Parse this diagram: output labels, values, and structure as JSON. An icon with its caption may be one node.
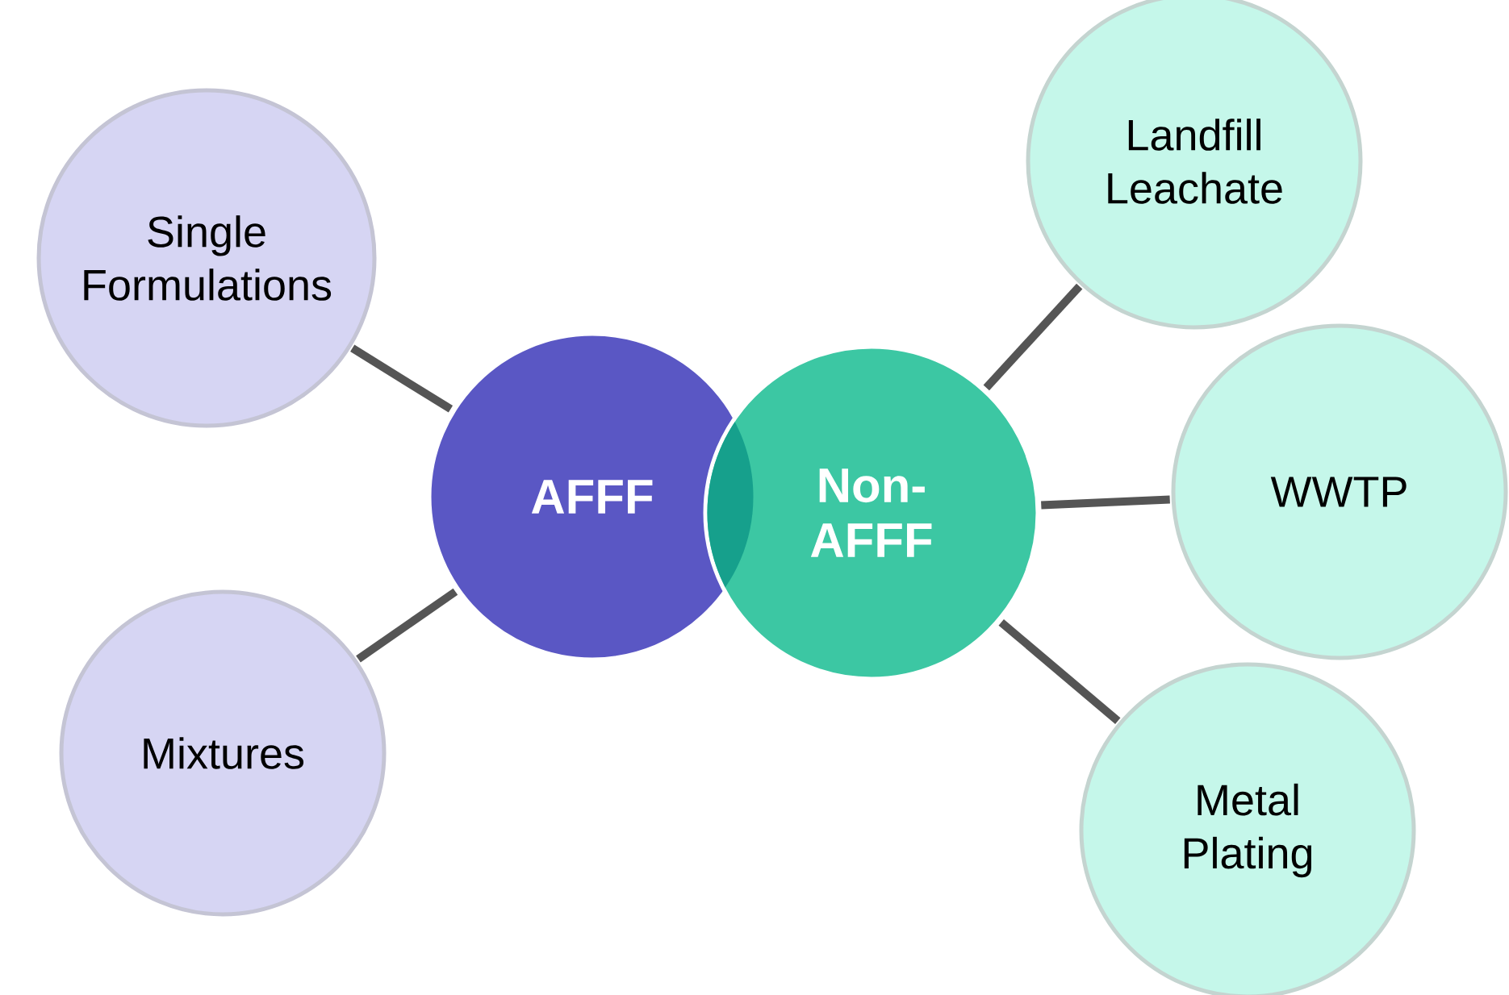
{
  "diagram": {
    "nodes": [
      {
        "text": [
          "AFFF"
        ]
      },
      {
        "text": [
          "Non-AFFF"
        ]
      },
      {
        "text": [
          "Single Formulations"
        ]
      },
      {
        "text": [
          "Mixtures"
        ]
      },
      {
        "text": [
          "Landfill Leachate"
        ]
      },
      {
        "text": [
          "WWTP"
        ]
      },
      {
        "text": [
          "Metal Plating"
        ]
      }
    ],
    "edges": [
      {
        "from": 0,
        "to": 2,
        "arrow": "none"
      },
      {
        "from": 0,
        "to": 3,
        "arrow": "none"
      },
      {
        "from": 1,
        "to": 4,
        "arrow": "none"
      },
      {
        "from": 1,
        "to": 5,
        "arrow": "none"
      },
      {
        "from": 1,
        "to": 6,
        "arrow": "none"
      }
    ]
  }
}
